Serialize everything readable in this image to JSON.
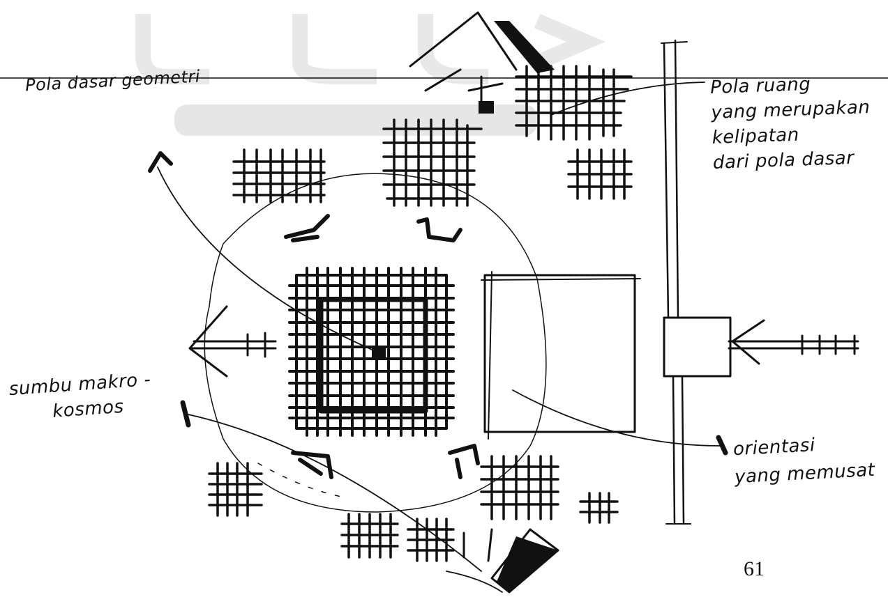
{
  "annotations": {
    "pola_dasar": "Pola dasar geometri",
    "pola_ruang": [
      "Pola ruang",
      "yang merupakan",
      "kelipatan",
      "dari pola dasar"
    ],
    "sumbu": [
      "sumbu makro -",
      "kosmos"
    ],
    "orientasi": [
      "orientasi",
      "yang memusat"
    ]
  },
  "page_number": "61",
  "colors": {
    "ink": "#111111",
    "watermark": "#e6e6e6",
    "paper": "#ffffff"
  }
}
